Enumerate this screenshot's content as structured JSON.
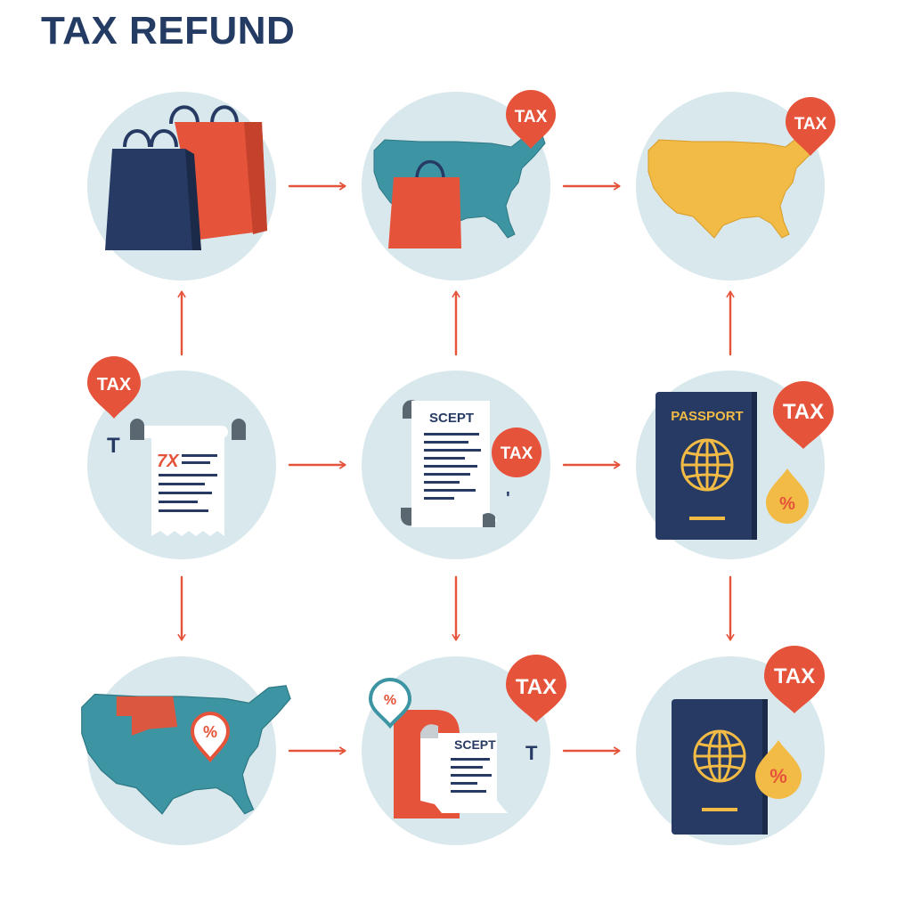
{
  "title": "TAX REFUND",
  "colors": {
    "circle": "#d9e8ec",
    "navy": "#263a63",
    "coral": "#e5533a",
    "teal": "#3d95a3",
    "yellow": "#f2bb45",
    "title": "#243b64",
    "arrow": "#e5533a"
  },
  "nodes": [
    {
      "id": "shopping-bags",
      "icon": "shopping-bags-icon"
    },
    {
      "id": "us-map-bag",
      "icon": "us-map-icon",
      "pin": "TAX"
    },
    {
      "id": "us-map-yellow",
      "icon": "us-map-icon",
      "pin": "TAX"
    },
    {
      "id": "receipt-left",
      "icon": "receipt-icon",
      "pin": "TAX",
      "receipt_heading": "7X",
      "side_mark": "T"
    },
    {
      "id": "receipt-center",
      "icon": "receipt-icon",
      "pin": "TAX",
      "receipt_heading": "SCEPT",
      "side_mark": "'"
    },
    {
      "id": "passport-right",
      "icon": "passport-icon",
      "pin": "TAX",
      "passport_label": "PASSPORT",
      "drop": "%"
    },
    {
      "id": "us-map-percent",
      "icon": "us-map-icon",
      "map_pin": "%"
    },
    {
      "id": "documents-bottom",
      "icon": "documents-icon",
      "pin": "TAX",
      "small_pin": "%",
      "receipt_heading": "SCEPT",
      "side_mark": "T"
    },
    {
      "id": "passport-bottom",
      "icon": "passport-icon",
      "pin": "TAX",
      "drop": "%"
    }
  ]
}
